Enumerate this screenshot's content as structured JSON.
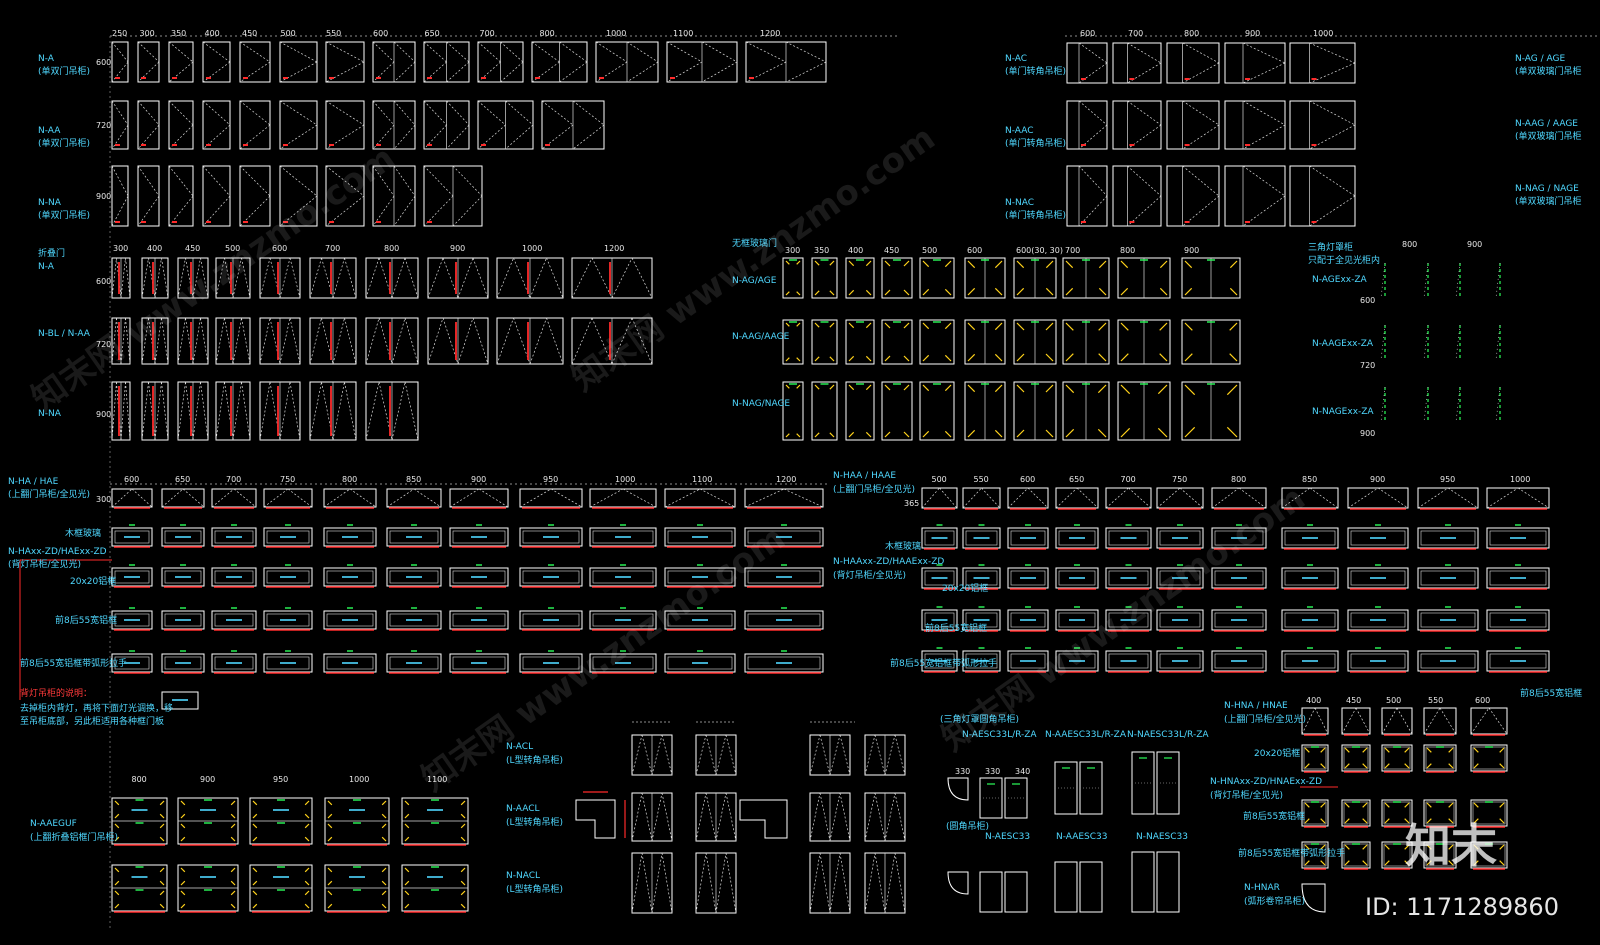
{
  "colors": {
    "background": "#000000",
    "label": "#4fd8ff",
    "line": "#ffffff",
    "accent_red": "#ff2a2a",
    "accent_green": "#2cff5a",
    "accent_yellow": "#ffd21a"
  },
  "watermark": {
    "site": "知末网 www.znzmo.com",
    "logo_text": "知末",
    "id_text": "ID: 1171289860"
  },
  "sections": {
    "na_group": {
      "widths": [
        "250",
        "300",
        "350",
        "400",
        "450",
        "500",
        "550",
        "600",
        "650",
        "700",
        "800",
        "1000",
        "1100",
        "1200"
      ],
      "rows": [
        {
          "code": "N-A",
          "desc": "(单双门吊柜)",
          "height": "600"
        },
        {
          "code": "N-AA",
          "desc": "(单双门吊柜)",
          "height": "720"
        },
        {
          "code": "N-NA",
          "desc": "(单双门吊柜)",
          "height": "900"
        }
      ]
    },
    "corner_group": {
      "widths": [
        "600",
        "700",
        "800",
        "900",
        "1000"
      ],
      "rows": [
        {
          "code": "N-AC",
          "desc": "(单门转角吊柜)"
        },
        {
          "code": "N-AAC",
          "desc": "(单门转角吊柜)"
        },
        {
          "code": "N-NAC",
          "desc": "(单门转角吊柜)"
        }
      ]
    },
    "far_right": {
      "rows": [
        {
          "code": "N-AG / AGE",
          "desc": "(单双玻璃门吊柜"
        },
        {
          "code": "N-AAG / AAGE",
          "desc": "(单双玻璃门吊柜"
        },
        {
          "code": "N-NAG / NAGE",
          "desc": "(单双玻璃门吊柜"
        }
      ]
    },
    "fold_group": {
      "title": "折叠门",
      "widths": [
        "300",
        "400",
        "450",
        "500",
        "600",
        "700",
        "800",
        "900",
        "1000",
        "1200"
      ],
      "rows": [
        {
          "code": "N-A",
          "height": "600"
        },
        {
          "code": "N-BL / N-AA",
          "height": "720"
        },
        {
          "code": "N-NA",
          "height": "900"
        }
      ]
    },
    "glass_group": {
      "title": "无框玻璃门",
      "widths": [
        "300",
        "350",
        "400",
        "450",
        "500",
        "600",
        "600(30, 30)",
        "700",
        "800",
        "900"
      ],
      "rows": [
        {
          "code": "N-AG/AGE"
        },
        {
          "code": "N-AAG/AAGE"
        },
        {
          "code": "N-NAG/NAGE"
        }
      ]
    },
    "triangle_group": {
      "title": "三角灯罩柜",
      "subtitle": "只配于全见光柜内",
      "widths": [
        "800",
        "900"
      ],
      "rows": [
        {
          "code": "N-AGExx-ZA",
          "height": "600"
        },
        {
          "code": "N-AAGExx-ZA",
          "height": "720"
        },
        {
          "code": "N-NAGExx-ZA",
          "height": "900"
        }
      ]
    },
    "ha_group": {
      "code": "N-HA / HAE",
      "desc": "(上翻门吊柜/全见光)",
      "height": "300",
      "widths": [
        "600",
        "650",
        "700",
        "750",
        "800",
        "850",
        "900",
        "950",
        "1000",
        "1100",
        "1200"
      ],
      "row_labels": [
        "木框玻璃",
        "20x20铝框",
        "前8后55宽铝框",
        "前8后55宽铝框带弧形拉手"
      ],
      "zd_code": "N-HAxx-ZD/HAExx-ZD",
      "zd_desc": "(背灯吊柜/全见光)",
      "note_title": "背灯吊柜的说明：",
      "note_body": [
        "去掉柜内背灯，再将下面灯光调换，移",
        "至吊柜底部，另此柜适用各种框门板"
      ]
    },
    "haa_group": {
      "code": "N-HAA / HAAE",
      "desc": "(上翻门吊柜/全见光)",
      "height": "365",
      "widths": [
        "500",
        "550",
        "600",
        "650",
        "700",
        "750",
        "800",
        "850",
        "900",
        "950",
        "1000"
      ],
      "row_labels": [
        "木框玻璃",
        "20x20铝框",
        "前8后55宽铝框",
        "前8后55宽铝框带弧形拉手"
      ],
      "zd_code": "N-HAAxx-ZD/HAAExx-ZD",
      "zd_desc": "(背灯吊柜/全见光)"
    },
    "aaeguf": {
      "code": "N-AAEGUF",
      "desc": "(上翻折叠铝框门吊柜)",
      "widths": [
        "800",
        "900",
        "950",
        "1000",
        "1100"
      ]
    },
    "acl_group": {
      "rows": [
        {
          "code": "N-ACL",
          "desc": "(L型转角吊柜)"
        },
        {
          "code": "N-AACL",
          "desc": "(L型转角吊柜)"
        },
        {
          "code": "N-NACL",
          "desc": "(L型转角吊柜)"
        }
      ]
    },
    "esc_group": {
      "title": "(三角灯罩圆角吊柜)",
      "codes_top": [
        "N-AESC33L/R-ZA",
        "N-AAESC33L/R-ZA",
        "N-NAESC33L/R-ZA"
      ],
      "codes_bottom": [
        "N-AESC33",
        "N-AAESC33",
        "N-NAESC33"
      ],
      "side_label": "(圆角吊柜)",
      "dims": [
        "330",
        "330",
        "340"
      ]
    },
    "hna_group": {
      "code": "N-HNA / HNAE",
      "desc": "(上翻门吊柜/全见光)",
      "widths": [
        "400",
        "450",
        "500",
        "550",
        "600"
      ],
      "row_labels": [
        "20x20铝框",
        "前8后55宽铝框",
        "前8后55宽铝框带弧形拉手"
      ],
      "zd_code": "N-HNAxx-ZD/HNAExx-ZD",
      "zd_desc": "(背灯吊柜/全见光)",
      "nar_code": "N-HNAR",
      "nar_desc": "(弧形卷帘吊柜)",
      "right_label": "前8后55宽铝框"
    }
  }
}
